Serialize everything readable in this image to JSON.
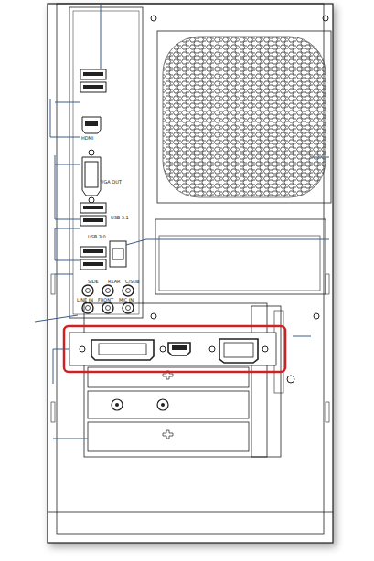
{
  "diagram": {
    "labels": [
      "HDMI",
      "VGA OUT",
      "USB 3.1",
      "USB 3.0",
      "SIDE",
      "REAR",
      "C/SUB",
      "LINE IN",
      "FRONT",
      "MIC IN"
    ]
  }
}
